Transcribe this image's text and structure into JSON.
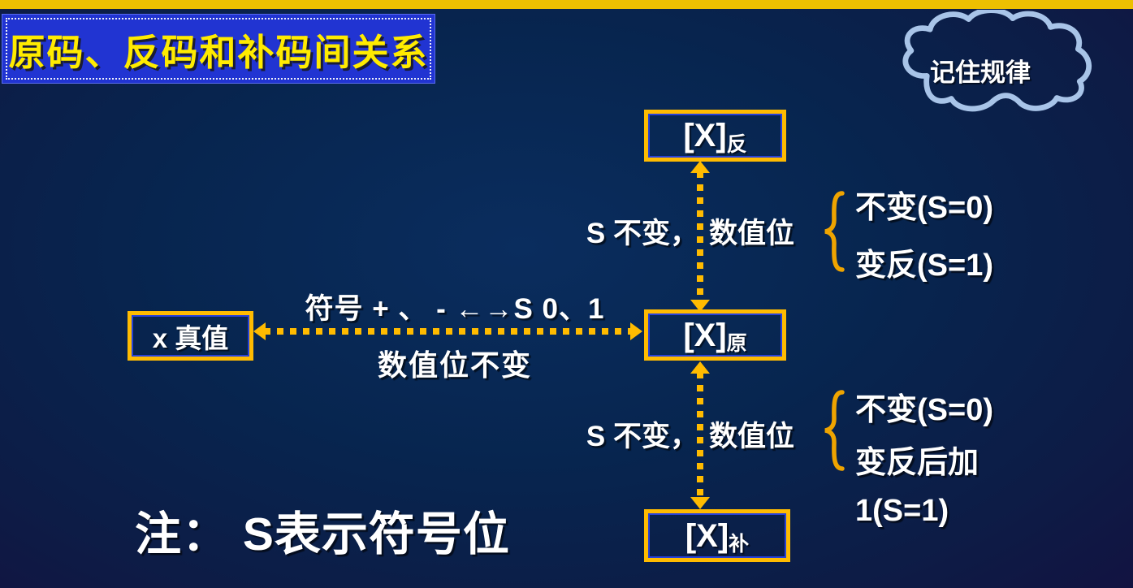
{
  "slide": {
    "title": "原码、反码和补码间关系",
    "cloud_label": "记住规律",
    "note": "注： S表示符号位",
    "colors": {
      "background_center": "#0A2D5E",
      "background_edge": "#131140",
      "accent_bar_yellow": "#EDC001",
      "title_box_blue": "#2134D2",
      "title_text_yellow": "#FFEB00",
      "box_border_orange": "#FFBB00",
      "dotted_arrow_yellow": "#FFBB00",
      "brace_orange": "#EFA400",
      "cloud_outline_blue": "#A8C4E8",
      "text_white": "#FFFFFF"
    }
  },
  "nodes": {
    "truth": {
      "label": "x 真值"
    },
    "inverse": {
      "base": "[X]",
      "sub": "反"
    },
    "original": {
      "base": "[X]",
      "sub": "原"
    },
    "complement": {
      "base": "[X]",
      "sub": "补"
    }
  },
  "edges": {
    "truth_original": {
      "label_above": "符号 + 、 - ←→S  0、1",
      "label_below": "数值位不变"
    },
    "inverse_original": {
      "label_sign": "S 不变，",
      "label_value": "数值位",
      "cases": [
        "不变(S=0)",
        "变反(S=1)"
      ]
    },
    "original_complement": {
      "label_sign": "S 不变，",
      "label_value": "数值位",
      "cases": [
        "不变(S=0)",
        "变反后加\n1(S=1)"
      ]
    }
  }
}
